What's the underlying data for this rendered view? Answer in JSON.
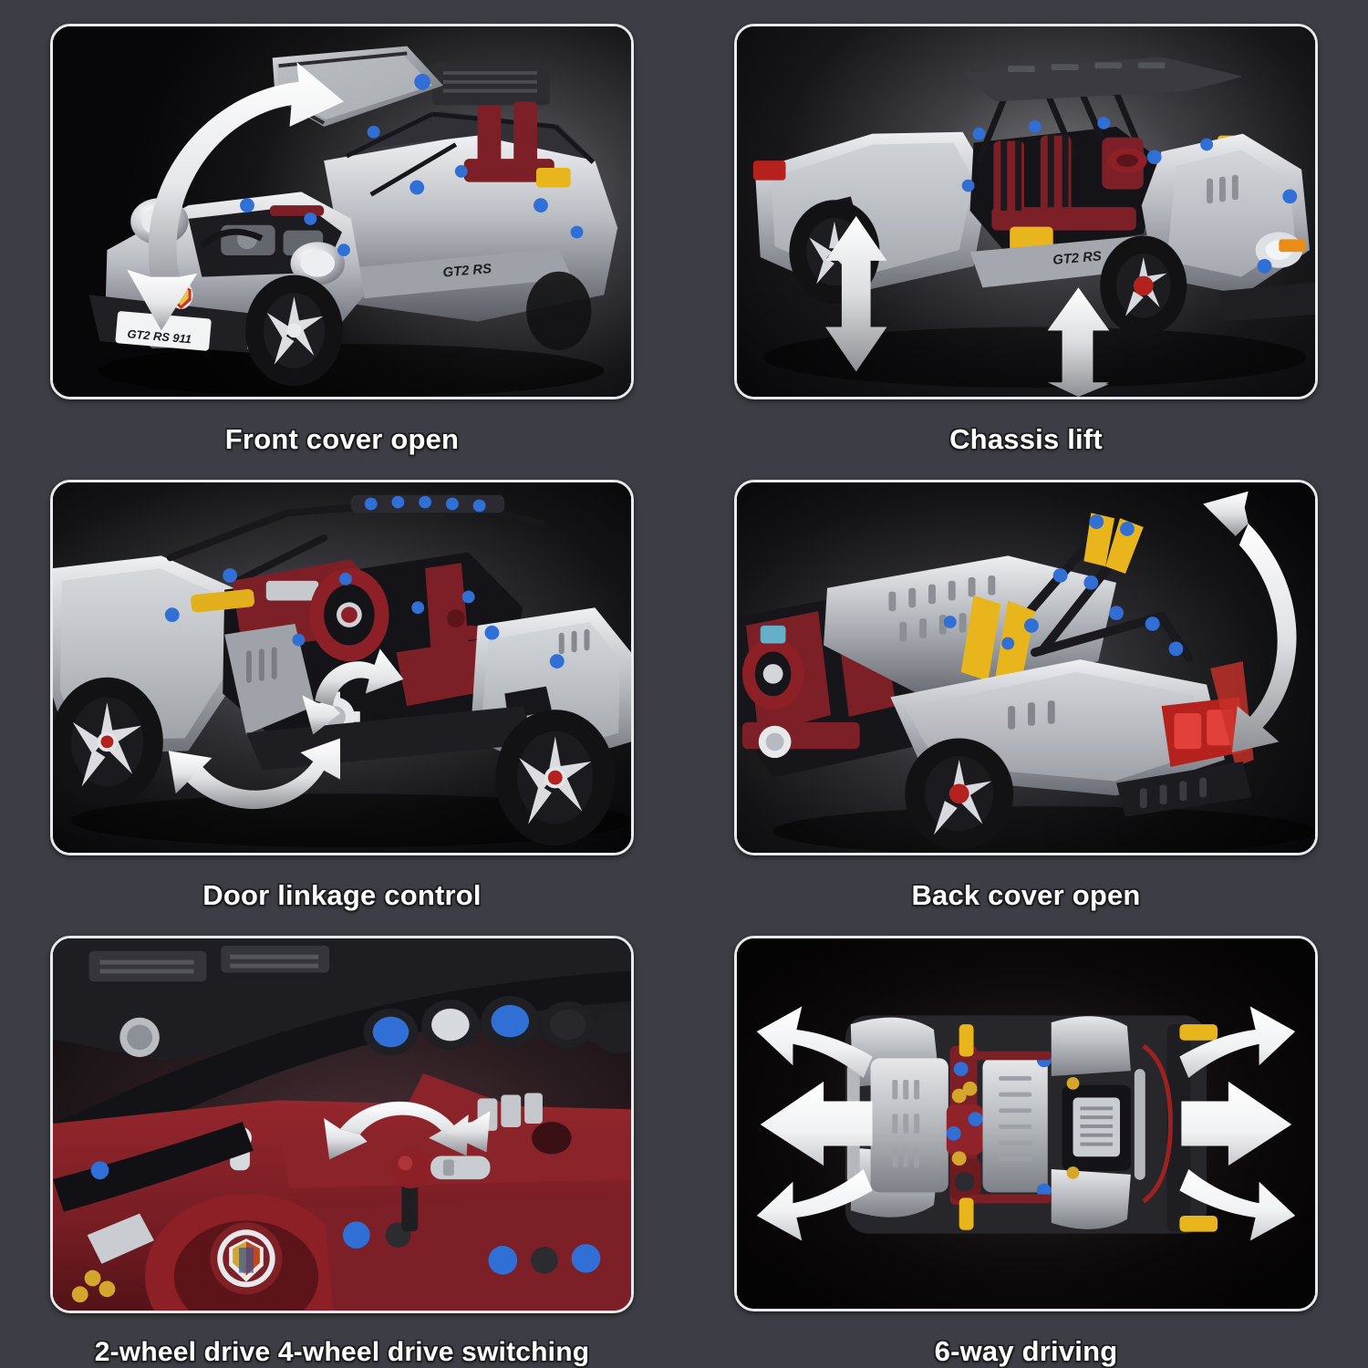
{
  "page": {
    "background_color": "#3d3e45",
    "panel_border_color": "#e8e9ec",
    "caption_color": "#ffffff",
    "layout": "3 rows x 2 columns feature grid",
    "subject": "Porsche 911 GT2 RS technic building block model"
  },
  "features": [
    {
      "id": "front-cover-open",
      "caption": "Front cover open",
      "position": "row-1-left",
      "scene": "Three-quarter front view of silver 911 GT2 RS model with front hood raised",
      "badges": {
        "license_plate": "GT2 RS 911",
        "side_decal": "GT2 RS"
      },
      "arrow": {
        "type": "curved-double",
        "direction": "open-close-rotation",
        "color": "#ffffff"
      }
    },
    {
      "id": "chassis-lift",
      "caption": "Chassis lift",
      "position": "row-1-right",
      "scene": "Rear three-quarter view of open-top silver 911 GT2 RS showing red interior and roll cage",
      "badges": {
        "side_decal": "GT2 RS"
      },
      "arrow": {
        "type": "vertical-double",
        "count": 2,
        "direction": "up-down",
        "color": "#ffffff"
      }
    },
    {
      "id": "door-linkage-control",
      "caption": "Door linkage control",
      "position": "row-2-left",
      "scene": "Side cutaway of the model showing red cockpit, steering wheel, gear rack and door linkage",
      "arrow": {
        "type": "curved-double",
        "count": 2,
        "direction": "door-swing",
        "color": "#ffffff"
      }
    },
    {
      "id": "back-cover-open",
      "caption": "Back cover open",
      "position": "row-2-right",
      "scene": "Rear of the model with the engine cover lifted on yellow and black struts, red taillights visible",
      "arrow": {
        "type": "curved-double",
        "direction": "open-close-rotation",
        "color": "#ffffff"
      }
    },
    {
      "id": "drive-mode-switching",
      "caption": "2-wheel drive 4-wheel drive switching",
      "position": "row-3-left",
      "scene": "Close-up of red interior, steering wheel with crest, dashboard and the drive-mode selector lever",
      "arrow": {
        "type": "curved-double",
        "direction": "selector-toggle",
        "color": "#ffffff"
      }
    },
    {
      "id": "six-way-driving",
      "caption": "6-way driving",
      "position": "row-3-right",
      "scene": "Underside chassis view of the model showing drivetrain, gearbox, battery box and suspension",
      "arrow": {
        "type": "multi-direction",
        "count": 6,
        "directions": [
          "forward-left",
          "left",
          "rear-left",
          "forward-right",
          "right",
          "rear-right"
        ],
        "color": "#ffffff"
      }
    }
  ]
}
